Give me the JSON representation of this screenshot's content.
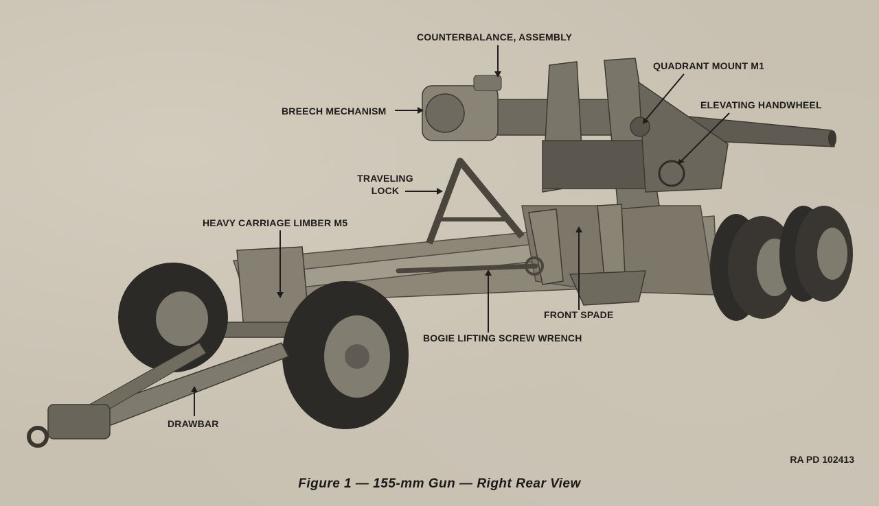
{
  "figure": {
    "caption": "Figure 1 — 155-mm Gun — Right Rear View",
    "reference_code": "RA PD 102413"
  },
  "callouts": {
    "counterbalance": "COUNTERBALANCE, ASSEMBLY",
    "quadrant_mount": "QUADRANT MOUNT M1",
    "breech_mechanism": "BREECH MECHANISM",
    "elevating_handwheel": "ELEVATING HANDWHEEL",
    "traveling_lock": "TRAVELING\nLOCK",
    "heavy_carriage_limber": "HEAVY CARRIAGE LIMBER M5",
    "front_spade": "FRONT SPADE",
    "bogie_wrench": "BOGIE LIFTING SCREW WRENCH",
    "drawbar": "DRAWBAR"
  }
}
